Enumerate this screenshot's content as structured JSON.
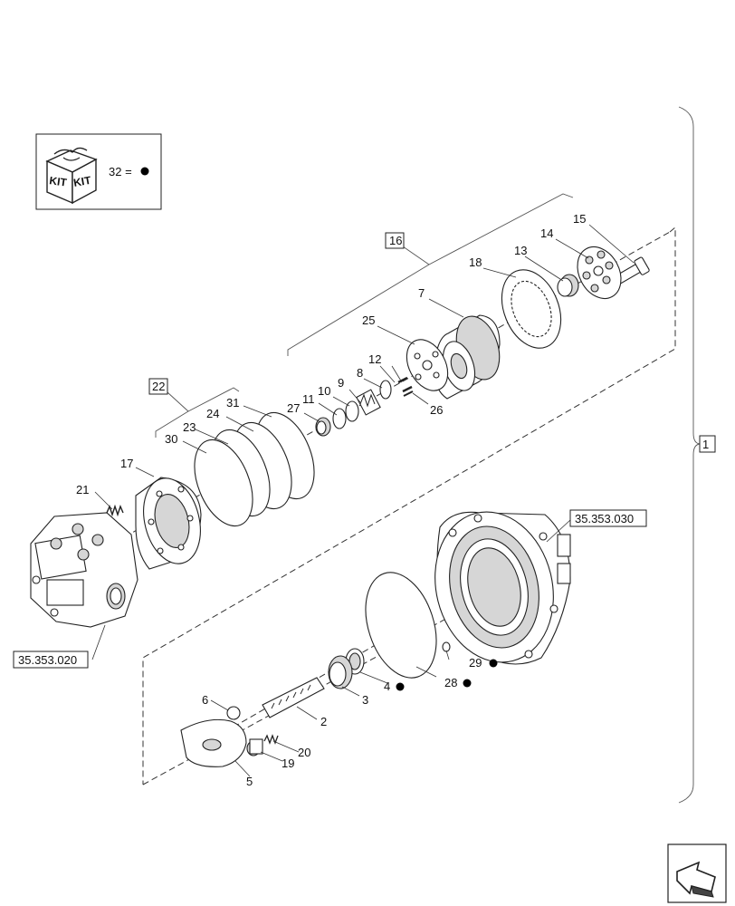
{
  "kit_legend": {
    "badge_top": "KIT",
    "badge_side": "KIT",
    "equation": "32 ="
  },
  "references": {
    "ref_020": "35.353.020",
    "ref_030": "35.353.030",
    "assembly": "1",
    "group_16": "16",
    "group_22": "22"
  },
  "callouts": {
    "c2": "2",
    "c3": "3",
    "c4": "4",
    "c5": "5",
    "c6": "6",
    "c7": "7",
    "c8": "8",
    "c9": "9",
    "c10": "10",
    "c11": "11",
    "c12": "12",
    "c13": "13",
    "c14": "14",
    "c15": "15",
    "c17": "17",
    "c18": "18",
    "c19": "19",
    "c20": "20",
    "c21": "21",
    "c23": "23",
    "c24": "24",
    "c25": "25",
    "c26": "26",
    "c27": "27",
    "c28": "28",
    "c29": "29",
    "c30": "30",
    "c31": "31"
  },
  "colors": {
    "line": "#222222",
    "shade": "#d6d6d6",
    "kit_dot": "#000000"
  },
  "icons": {
    "kit_box": "kit-box-icon",
    "next_page": "next-page-arrow-icon",
    "kit_marker": "kit-dot-icon"
  }
}
